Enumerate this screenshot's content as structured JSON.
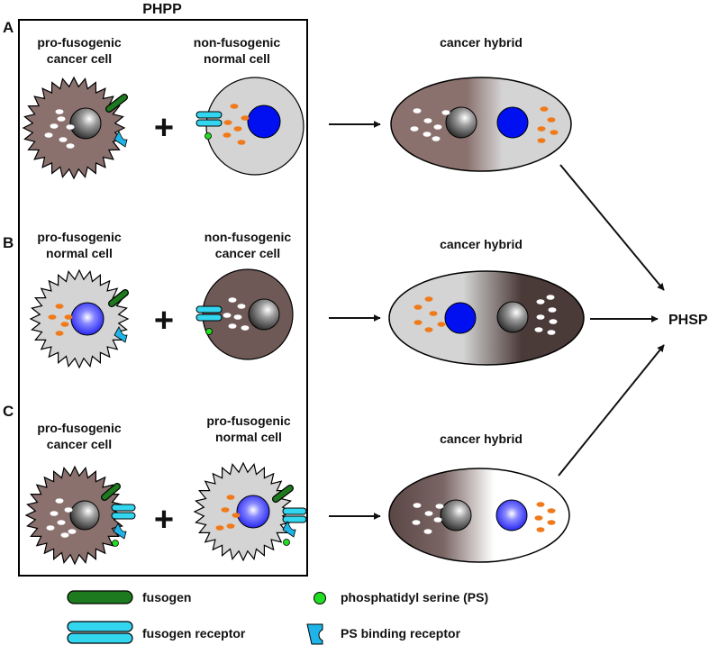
{
  "title": "PHPP",
  "rows": [
    {
      "letter": "A",
      "left_label": [
        "pro-fusogenic",
        "cancer cell"
      ],
      "right_label": [
        "non-fusogenic",
        "normal cell"
      ],
      "hybrid_label": "cancer hybrid"
    },
    {
      "letter": "B",
      "left_label": [
        "pro-fusogenic",
        "normal cell"
      ],
      "right_label": [
        "non-fusogenic",
        "cancer cell"
      ],
      "hybrid_label": "cancer hybrid"
    },
    {
      "letter": "C",
      "left_label": [
        "pro-fusogenic",
        "cancer cell"
      ],
      "right_label": [
        "pro-fusogenic",
        "normal cell"
      ],
      "hybrid_label": "cancer hybrid"
    }
  ],
  "plus_symbol": "+",
  "outcome": "PHSP",
  "legend": {
    "fusogen": "fusogen",
    "fusogen_receptor": "fusogen receptor",
    "phosphatidyl_serine": "phosphatidyl serine (PS)",
    "ps_binding_receptor": "PS binding receptor"
  },
  "colors": {
    "cancer_cytoplasm": "#8a716e",
    "normal_cytoplasm": "#d4d4d4",
    "cancer_nucleus": "#3a3a3a",
    "normal_nucleus": "#0010f0",
    "fusogen": "#1e7a1e",
    "fusogen_receptor": "#33d6ef",
    "phosphatidyl_serine": "#22dd22",
    "ps_binding_receptor": "#1fb4e8",
    "organelle_cancer": "#ffffff",
    "organelle_normal": "#f07a1a"
  }
}
